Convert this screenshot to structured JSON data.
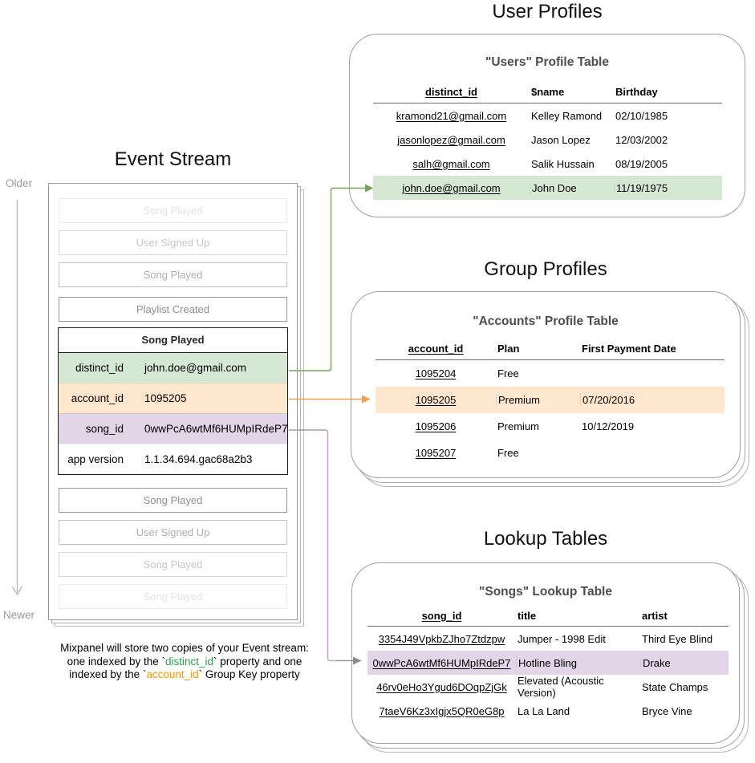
{
  "titles": {
    "event_stream": "Event Stream",
    "user_profiles": "User Profiles",
    "group_profiles": "Group Profiles",
    "lookup_tables": "Lookup Tables"
  },
  "timeline": {
    "older": "Older",
    "newer": "Newer"
  },
  "event_stream": {
    "events_before": [
      "Song Played",
      "User Signed Up",
      "Song Played",
      "Playlist Created"
    ],
    "focused_event": {
      "title": "Song Played",
      "properties": [
        {
          "key": "distinct_id",
          "value": "john.doe@gmail.com",
          "highlight": "green"
        },
        {
          "key": "account_id",
          "value": "1095205",
          "highlight": "orange"
        },
        {
          "key": "song_id",
          "value": "0wwPcA6wtMf6HUMpIRdeP7",
          "highlight": "purple"
        },
        {
          "key": "app version",
          "value": "1.1.34.694.gac68a2b3",
          "highlight": "none"
        }
      ]
    },
    "events_after": [
      "Song Played",
      "User Signed Up",
      "Song Played",
      "Song Played"
    ]
  },
  "users_table": {
    "title": "\"Users\" Profile Table",
    "columns": [
      "distinct_id",
      "$name",
      "Birthday"
    ],
    "rows": [
      {
        "distinct_id": "kramond21@gmail.com",
        "name": "Kelley Ramond",
        "birthday": "02/10/1985"
      },
      {
        "distinct_id": "jasonlopez@gmail.com",
        "name": "Jason Lopez",
        "birthday": "12/03/2002"
      },
      {
        "distinct_id": "salh@gmail.com",
        "name": "Salik Hussain",
        "birthday": "08/19/2005"
      },
      {
        "distinct_id": "john.doe@gmail.com",
        "name": "John Doe",
        "birthday": "11/19/1975"
      }
    ],
    "highlighted_row": 3
  },
  "accounts_table": {
    "title": "\"Accounts\" Profile Table",
    "columns": [
      "account_id",
      "Plan",
      "First Payment Date"
    ],
    "rows": [
      {
        "account_id": "1095204",
        "plan": "Free",
        "first_payment": ""
      },
      {
        "account_id": "1095205",
        "plan": "Premium",
        "first_payment": "07/20/2016"
      },
      {
        "account_id": "1095206",
        "plan": "Premium",
        "first_payment": "10/12/2019"
      },
      {
        "account_id": "1095207",
        "plan": "Free",
        "first_payment": ""
      }
    ],
    "highlighted_row": 1
  },
  "songs_table": {
    "title": "\"Songs\" Lookup Table",
    "columns": [
      "song_id",
      "title",
      "artist"
    ],
    "rows": [
      {
        "song_id": "3354J49VpkbZJho7Ztdzpw",
        "title": "Jumper - 1998 Edit",
        "artist": "Third Eye Blind"
      },
      {
        "song_id": "0wwPcA6wtMf6HUMpIRdeP7",
        "title": "Hotline Bling",
        "artist": "Drake"
      },
      {
        "song_id": "46rv0eHo3Ygud6DOqpZjGk",
        "title": "Elevated (Acoustic Version)",
        "artist": "State Champs"
      },
      {
        "song_id": "7taeV6Kz3xIgjx5QR0eG8p",
        "title": "La La Land",
        "artist": "Bryce Vine"
      }
    ],
    "highlighted_row": 1
  },
  "footer": {
    "line1": "Mixpanel will store two copies of your Event stream:",
    "line2_prefix": "one indexed by the `",
    "line2_token": "distinct_id",
    "line2_suffix": "` property and one",
    "line3_prefix": "indexed by the `",
    "line3_token": "account_id",
    "line3_suffix": "` Group Key property"
  },
  "colors": {
    "highlight_green": "#d5e8d4",
    "highlight_orange": "#ffe6cc",
    "highlight_purple": "#e1d5e7",
    "arrow_green": "#76a25a",
    "arrow_orange": "#eba14f",
    "arrow_purple": "#b7a6c7",
    "arrow_gray": "#8c8c8c",
    "token_green": "#2e9e4e",
    "token_orange": "#ff9500",
    "card_border": "#9e9e9e"
  }
}
